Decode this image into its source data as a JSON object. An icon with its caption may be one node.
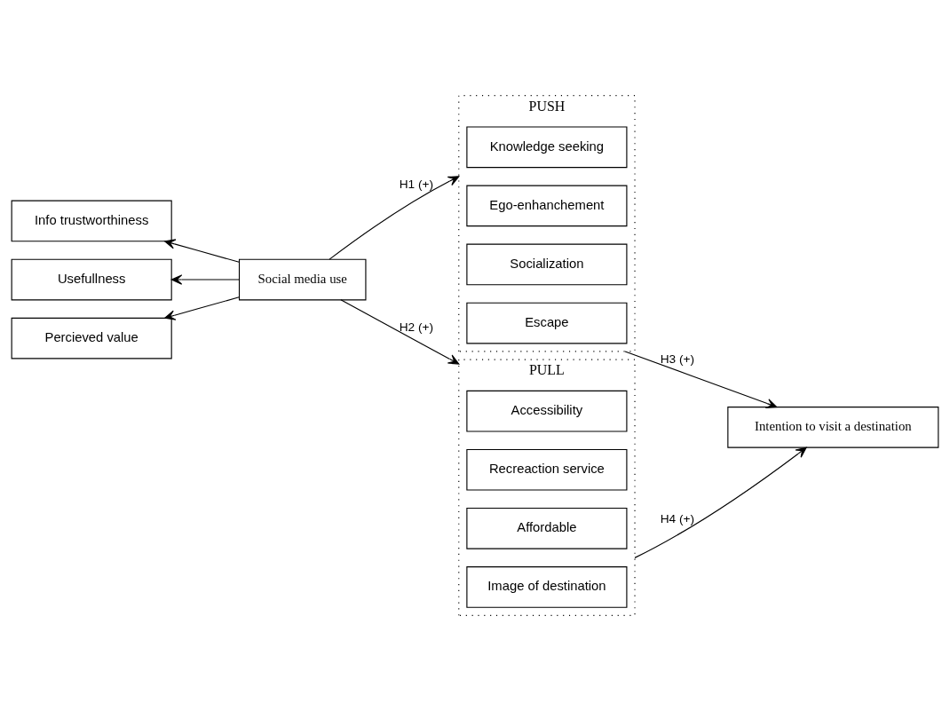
{
  "diagram": {
    "nodes": [
      {
        "text": [
          "Info trustworthiness"
        ]
      },
      {
        "text": [
          "Usefullness"
        ]
      },
      {
        "text": [
          "Percieved value"
        ]
      },
      {
        "text": [
          "Social media use"
        ]
      },
      {
        "text": [
          "PUSH"
        ]
      },
      {
        "text": [
          "Knowledge seeking"
        ],
        "in": 4
      },
      {
        "text": [
          "Ego-enhanchement"
        ],
        "in": 4
      },
      {
        "text": [
          "Socialization"
        ],
        "in": 4
      },
      {
        "text": [
          "Escape"
        ],
        "in": 4
      },
      {
        "text": [
          "PULL"
        ]
      },
      {
        "text": [
          "Accessibility"
        ],
        "in": 9
      },
      {
        "text": [
          "Recreaction service"
        ],
        "in": 9
      },
      {
        "text": [
          "Affordable"
        ],
        "in": 9
      },
      {
        "text": [
          "Image of destination"
        ],
        "in": 9
      },
      {
        "text": [
          "Intention to visit a destination"
        ]
      }
    ],
    "edges": [
      {
        "from": 3,
        "to": 0,
        "arrow": "to"
      },
      {
        "from": 3,
        "to": 1,
        "arrow": "to"
      },
      {
        "from": 3,
        "to": 2,
        "arrow": "to"
      },
      {
        "from": 3,
        "to": 4,
        "arrow": "to",
        "label": "H1 (+)"
      },
      {
        "from": 3,
        "to": 9,
        "arrow": "to",
        "label": "H2 (+)"
      },
      {
        "from": 4,
        "to": 14,
        "arrow": "to",
        "label": "H3 (+)"
      },
      {
        "from": 9,
        "to": 14,
        "arrow": "to",
        "label": "H4 (+)"
      }
    ]
  }
}
